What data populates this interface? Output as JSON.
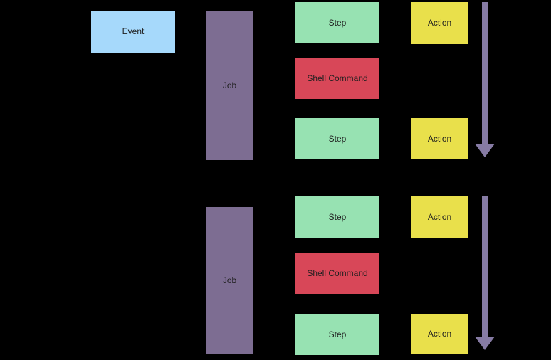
{
  "colors": {
    "background": "#000000",
    "event": "#a6d9fb",
    "job": "#7d6d92",
    "step": "#97e2b2",
    "shell_command": "#d84758",
    "action": "#e9e04b",
    "arrow": "#867ba4",
    "text": "#1f1f1f"
  },
  "event": {
    "label": "Event"
  },
  "workflows": [
    {
      "job": {
        "label": "Job"
      },
      "steps": [
        {
          "type": "step",
          "label": "Step"
        },
        {
          "type": "shell_command",
          "label": "Shell Command"
        },
        {
          "type": "step",
          "label": "Step"
        }
      ],
      "actions": [
        {
          "label": "Action"
        },
        {
          "label": "Action"
        }
      ]
    },
    {
      "job": {
        "label": "Job"
      },
      "steps": [
        {
          "type": "step",
          "label": "Step"
        },
        {
          "type": "shell_command",
          "label": "Shell Command"
        },
        {
          "type": "step",
          "label": "Step"
        }
      ],
      "actions": [
        {
          "label": "Action"
        },
        {
          "label": "Action"
        }
      ]
    }
  ]
}
